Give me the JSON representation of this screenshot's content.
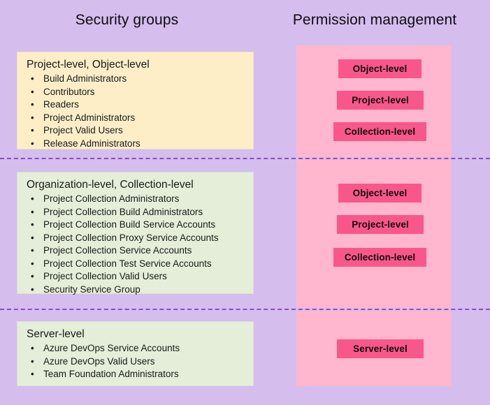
{
  "headings": {
    "security_groups": "Security groups",
    "permission_management": "Permission management"
  },
  "colors": {
    "page_background": "#d5bdee",
    "divider": "#8a4fc4",
    "box_yellow": "#fdeec8",
    "box_green": "#e4eed8",
    "panel_pink": "#ffb6ce",
    "badge_pink": "#f9578c",
    "text": "#1a1a1a"
  },
  "bullet_glyph": "•",
  "rows": [
    {
      "group": {
        "heading": "Project-level, Object-level",
        "fill": "yellow",
        "items": [
          "Build Administrators",
          "Contributors",
          "Readers",
          "Project Administrators",
          "Project Valid Users",
          "Release Administrators"
        ]
      },
      "permissions": [
        "Object-level",
        "Project-level",
        "Collection-level"
      ]
    },
    {
      "group": {
        "heading": "Organization-level, Collection-level",
        "fill": "green",
        "items": [
          "Project Collection Administrators",
          "Project Collection Build Administrators",
          "Project Collection Build Service Accounts",
          "Project Collection Proxy Service Accounts",
          "Project Collection Service Accounts",
          "Project Collection Test Service Accounts",
          "Project Collection Valid Users",
          "Security Service Group"
        ]
      },
      "permissions": [
        "Object-level",
        "Project-level",
        "Collection-level"
      ]
    },
    {
      "group": {
        "heading": "Server-level",
        "fill": "green",
        "items": [
          "Azure DevOps Service Accounts",
          "Azure DevOps Valid Users",
          "Team Foundation Administrators"
        ]
      },
      "permissions": [
        "Server-level"
      ]
    }
  ]
}
